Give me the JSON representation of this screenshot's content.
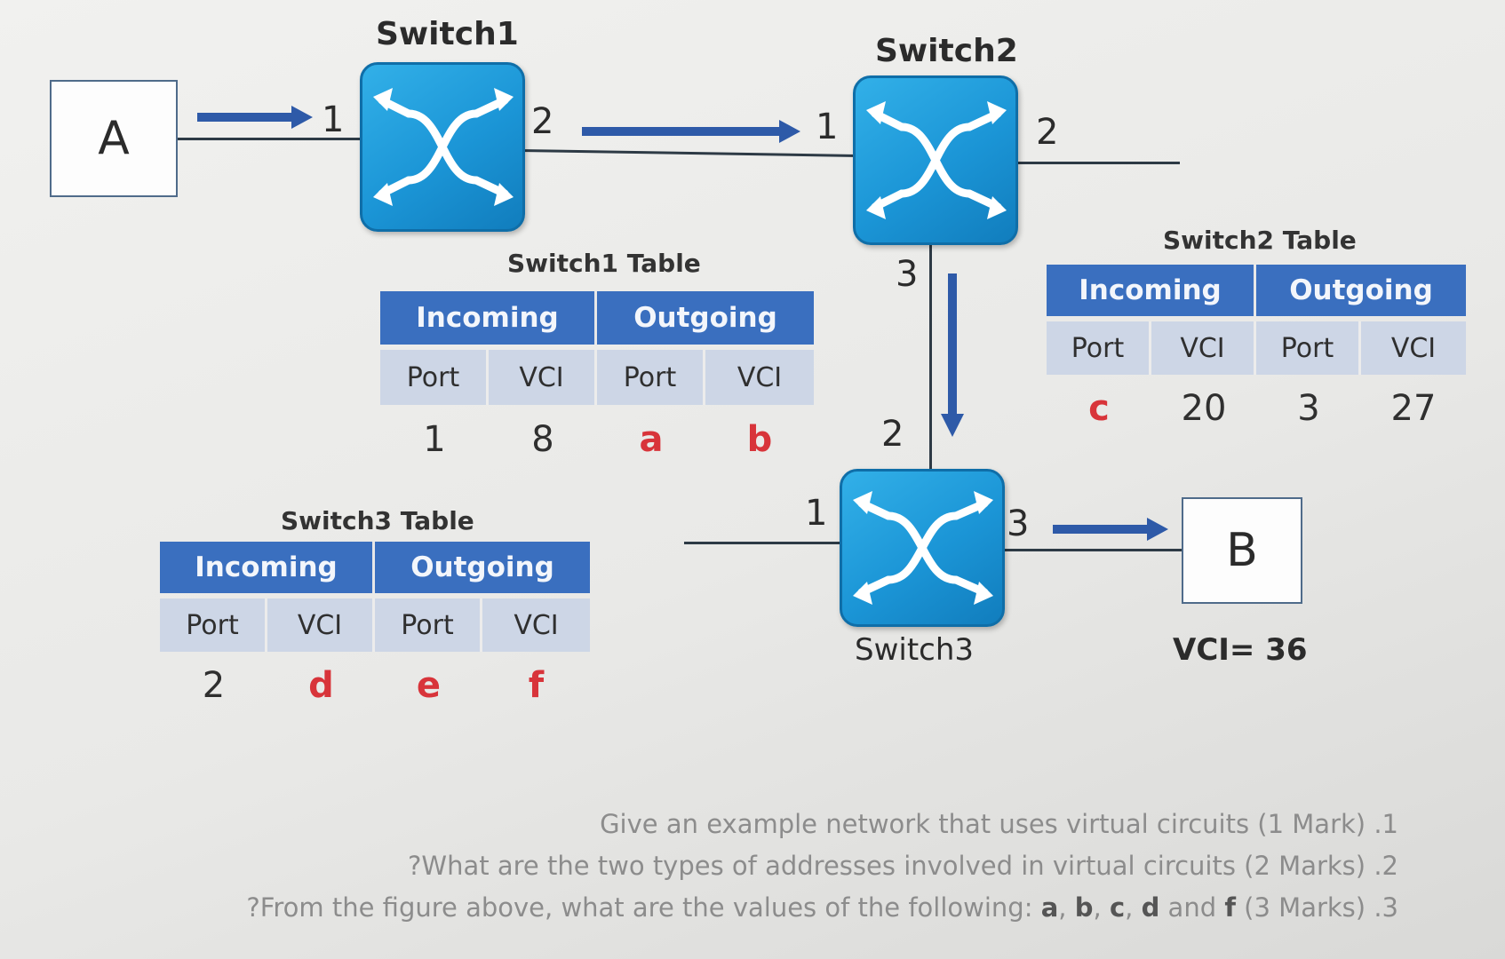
{
  "nodes": {
    "a_label": "A",
    "b_label": "B",
    "b_vci_label": "VCI= 36"
  },
  "switches": {
    "switch1_name": "Switch1",
    "switch2_name": "Switch2",
    "switch3_name": "Switch3"
  },
  "ports": {
    "s1_in": "1",
    "s1_out": "2",
    "s2_in": "1",
    "s2_out_right": "2",
    "s2_out_down": "3",
    "s3_top": "2",
    "s3_left": "1",
    "s3_right": "3"
  },
  "tables": {
    "switch1": {
      "caption": "Switch1 Table",
      "incoming": "Incoming",
      "outgoing": "Outgoing",
      "columns": [
        "Port",
        "VCI",
        "Port",
        "VCI"
      ],
      "row": [
        "1",
        "8",
        "a",
        "b"
      ],
      "unknown_cells": [
        false,
        false,
        true,
        true
      ]
    },
    "switch2": {
      "caption": "Switch2 Table",
      "incoming": "Incoming",
      "outgoing": "Outgoing",
      "columns": [
        "Port",
        "VCI",
        "Port",
        "VCI"
      ],
      "row": [
        "c",
        "20",
        "3",
        "27"
      ],
      "unknown_cells": [
        true,
        false,
        false,
        false
      ]
    },
    "switch3": {
      "caption": "Switch3 Table",
      "incoming": "Incoming",
      "outgoing": "Outgoing",
      "columns": [
        "Port",
        "VCI",
        "Port",
        "VCI"
      ],
      "row": [
        "2",
        "d",
        "e",
        "f"
      ],
      "unknown_cells": [
        false,
        true,
        true,
        true
      ]
    }
  },
  "questions": {
    "q1": "Give an example network that uses virtual circuits (1 Mark) .1",
    "q2": "?What are the two types of addresses involved in virtual circuits (2 Marks) .2",
    "q3_prefix": "?From the figure above, what are the values of the following: ",
    "q3_a": "a",
    "q3_sep1": ", ",
    "q3_b": "b",
    "q3_sep2": ", ",
    "q3_c": "c",
    "q3_sep3": ", ",
    "q3_d": "d",
    "q3_and": " and ",
    "q3_f": "f",
    "q3_suffix": " (3 Marks) .3"
  },
  "colors": {
    "switch_blue": "#1b95d6",
    "table_header_blue": "#3a6fbf",
    "table_subheader": "#cdd6e6",
    "unknown_red": "#d8343a",
    "arrow_blue": "#2e5aa8"
  }
}
